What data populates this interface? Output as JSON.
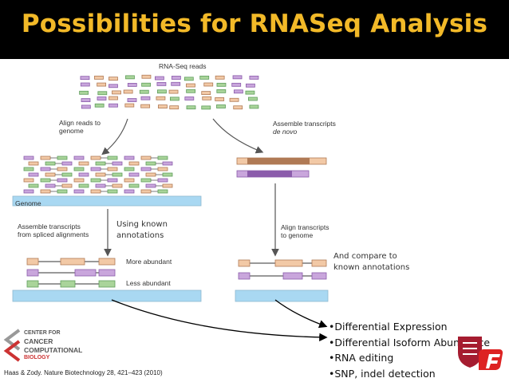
{
  "slide": {
    "title": "Possibilities for RNASeq Analysis"
  },
  "figure": {
    "reads_label": "RNA-Seq reads",
    "left_step1": [
      "Align reads to",
      "genome"
    ],
    "right_step1": [
      "Assemble transcripts",
      "de novo"
    ],
    "genome_label": "Genome",
    "left_step2": [
      "Assemble transcripts",
      "from spliced alignments"
    ],
    "right_step2": [
      "Align transcripts",
      "to genome"
    ],
    "more_abundant": "More abundant",
    "less_abundant": "Less abundant",
    "colors": {
      "purple": "#8b5cab",
      "purple_light": "#c9a6dc",
      "orange": "#b07a55",
      "peach": "#f2c9a6",
      "green": "#5f9d5c",
      "green_light": "#a9d49a",
      "genome_bar": "#a9d8f2",
      "arrow": "#555555"
    }
  },
  "notes": {
    "using_known": [
      "Using known",
      "annotations"
    ],
    "compare": [
      "And compare to",
      "known annotations"
    ]
  },
  "outcomes": [
    "•Differential Expression",
    "•Differential Isoform Abundance",
    "•RNA editing",
    "•SNP, indel detection"
  ],
  "citation": "Haas & Zody. Nature Biotechnology 28, 421–423 (2010)",
  "logo": {
    "lines": [
      "CENTER FOR",
      "CANCER",
      "COMPUTATIONAL",
      "BIOLOGY"
    ],
    "icon": "ccb-chevron-logo"
  },
  "badges": [
    "harvard-shield-icon",
    "red-f-badge-icon"
  ]
}
